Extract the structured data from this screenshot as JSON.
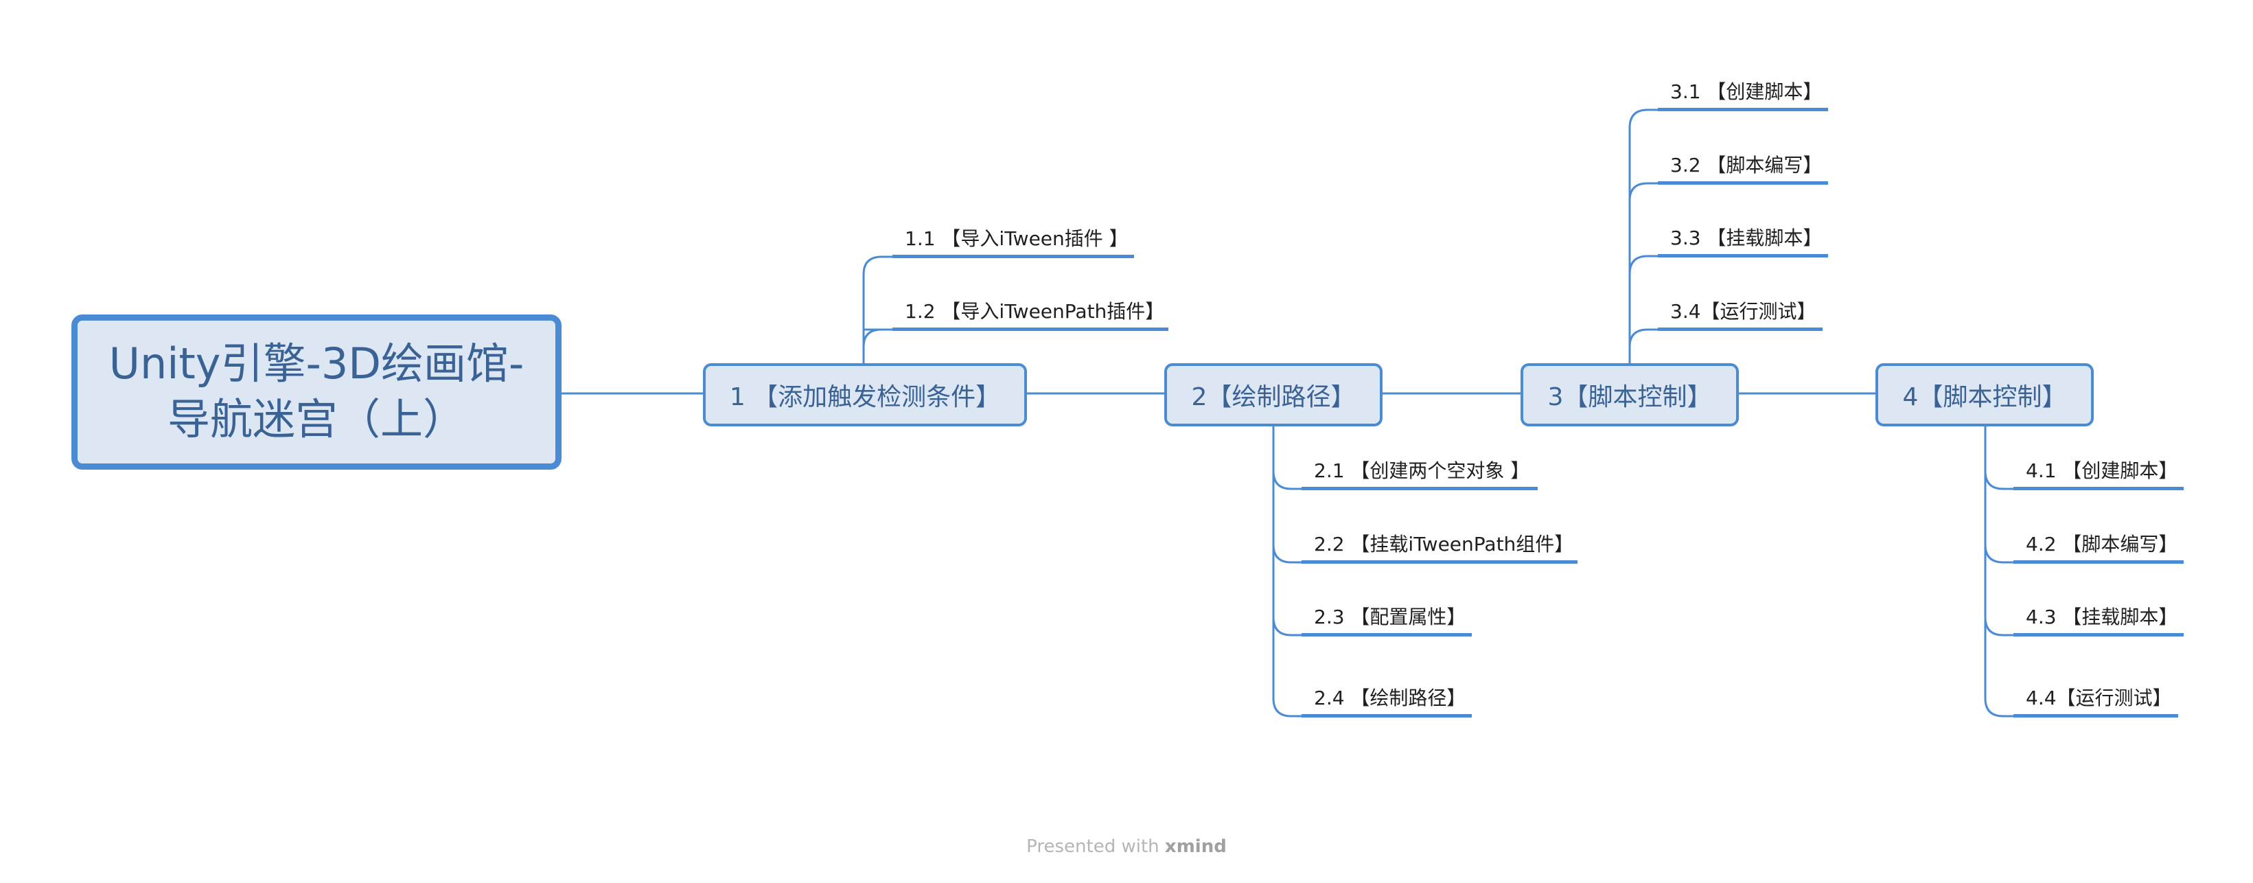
{
  "central": {
    "line1": "Unity引擎-3D绘画馆-",
    "line2": "导航迷宫（上）"
  },
  "branches": [
    {
      "label": "1 【添加触发检测条件】",
      "children": [
        "1.1 【导入iTween插件 】",
        "1.2 【导入iTweenPath插件】"
      ]
    },
    {
      "label": "2【绘制路径】",
      "children": [
        "2.1 【创建两个空对象 】",
        "2.2 【挂载iTweenPath组件】",
        "2.3 【配置属性】",
        "2.4 【绘制路径】"
      ]
    },
    {
      "label": "3【脚本控制】",
      "children": [
        "3.1 【创建脚本】",
        "3.2 【脚本编写】",
        "3.3 【挂载脚本】",
        "3.4【运行测试】"
      ]
    },
    {
      "label": "4【脚本控制】",
      "children": [
        "4.1 【创建脚本】",
        "4.2 【脚本编写】",
        "4.3 【挂载脚本】",
        "4.4【运行测试】"
      ]
    }
  ],
  "footer": {
    "prefix": "Presented with ",
    "brand": "xmind"
  },
  "colors": {
    "line": "#4a8bd4",
    "topic_fill": "#dde7f4",
    "topic_text": "#3a6294"
  }
}
